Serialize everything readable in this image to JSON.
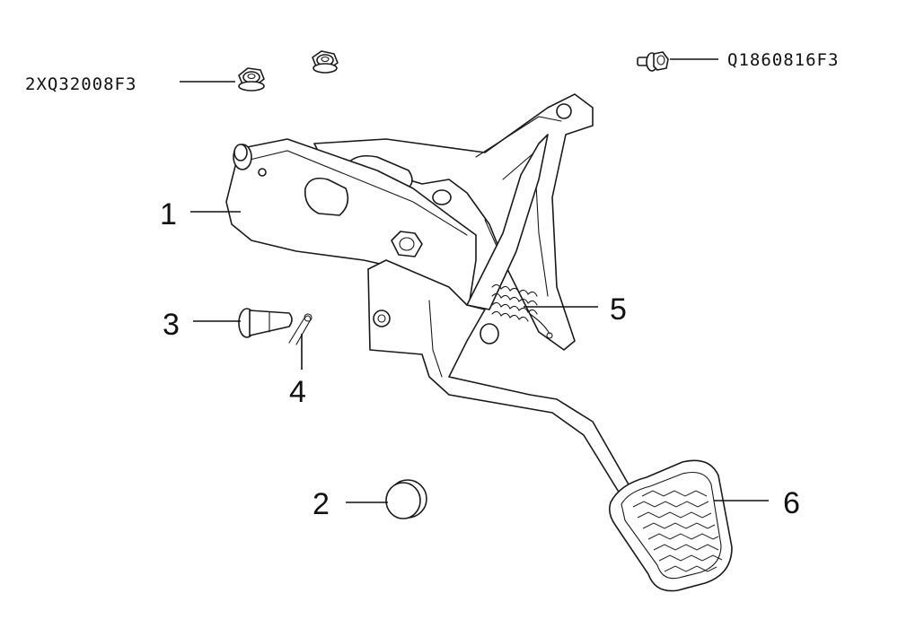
{
  "callouts": {
    "c1": "1",
    "c2": "2",
    "c3": "3",
    "c4": "4",
    "c5": "5",
    "c6": "6"
  },
  "part_codes": {
    "nut": "2XQ32008F3",
    "bolt": "Q1860816F3"
  }
}
